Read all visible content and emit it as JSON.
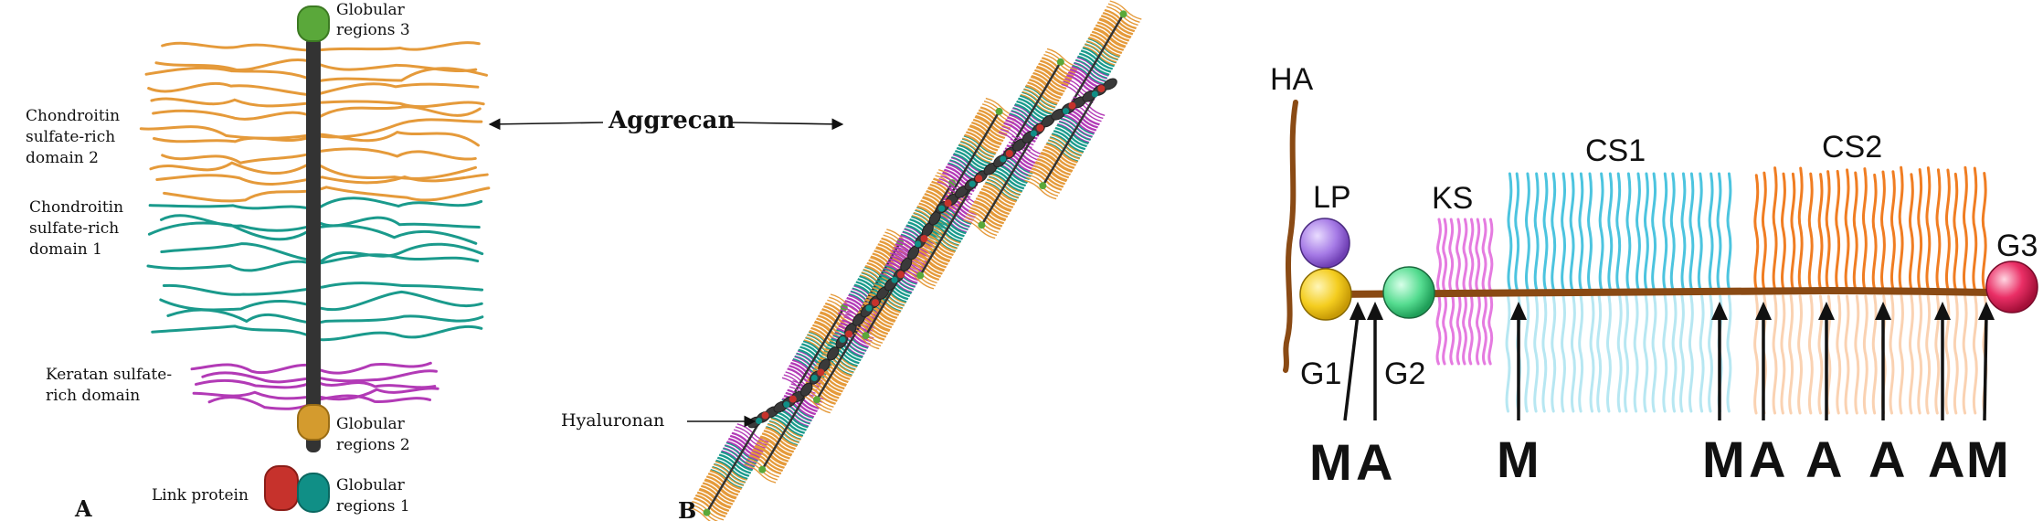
{
  "panel_a": {
    "panel_letter": "A",
    "globular_3": [
      "Globular",
      "regions 3"
    ],
    "cs2": [
      "Chondroitin",
      "sulfate-rich",
      "domain 2"
    ],
    "cs1": [
      "Chondroitin",
      "sulfate-rich",
      "domain 1"
    ],
    "ks": [
      "Keratan sulfate-",
      "rich domain"
    ],
    "globular_2": [
      "Globular",
      "regions 2"
    ],
    "link_protein": "Link protein",
    "globular_1": [
      "Globular",
      "regions 1"
    ]
  },
  "panel_b": {
    "panel_letter": "B",
    "aggrecan": "Aggrecan",
    "hyaluronan": "Hyaluronan"
  },
  "panel_c": {
    "ha": "HA",
    "lp": "LP",
    "ks": "KS",
    "cs1": "CS1",
    "cs2": "CS2",
    "g1": "G1",
    "g2": "G2",
    "g3": "G3",
    "markers": [
      "M",
      "A",
      "M",
      "M",
      "A",
      "A",
      "A",
      "A",
      "M"
    ]
  },
  "colors": {
    "orange_strand": "#e59a3a",
    "teal_strand": "#1a9a8c",
    "magenta_strand": "#b23ab6",
    "core_protein": "#333333",
    "g3_green": "#5aa83a",
    "g2_gold": "#d49b2e",
    "g1_teal": "#108f86",
    "link_red": "#c6322c",
    "backbone_brown": "#8a4a14",
    "cs1_cyan": "#4cc4df",
    "cs2_orange": "#f07d22",
    "ks_pink": "#e57be0",
    "lp_purple": "#9f6adf",
    "g1_yellow": "#f3cc1c",
    "g2_green": "#4fd98a",
    "g3_pink": "#e3245c"
  }
}
